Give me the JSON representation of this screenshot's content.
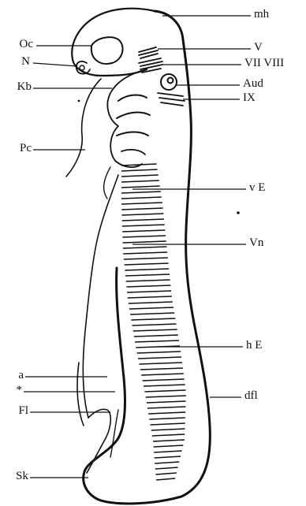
{
  "labels": {
    "left": [
      "Oc",
      "N",
      "Kb",
      "Pc",
      "a",
      "*",
      "Fl",
      "Sk"
    ],
    "right": [
      "mh",
      "V",
      "VII VIII",
      "Aud",
      "IX",
      "v E",
      "Vn",
      "h E",
      "dfl"
    ]
  },
  "colors": {
    "ink": "#111111",
    "paper": "#ffffff"
  }
}
